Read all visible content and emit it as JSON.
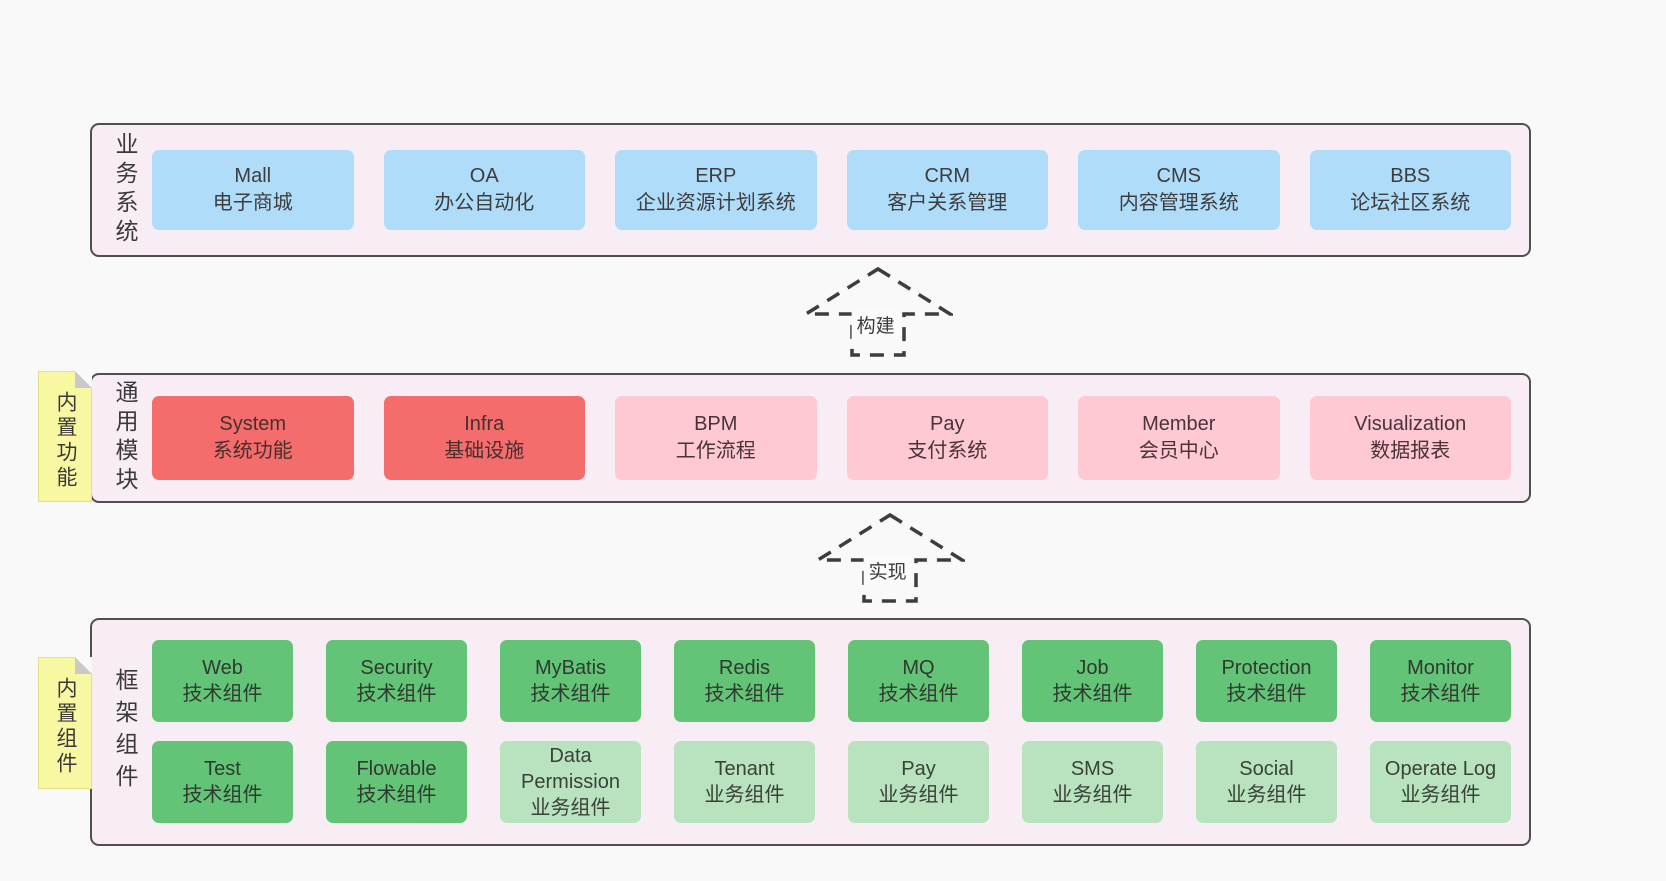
{
  "panels": {
    "business": {
      "label": "业务系统",
      "boxes": [
        {
          "en": "Mall",
          "cn": "电子商城"
        },
        {
          "en": "OA",
          "cn": "办公自动化"
        },
        {
          "en": "ERP",
          "cn": "企业资源计划系统"
        },
        {
          "en": "CRM",
          "cn": "客户关系管理"
        },
        {
          "en": "CMS",
          "cn": "内容管理系统"
        },
        {
          "en": "BBS",
          "cn": "论坛社区系统"
        }
      ]
    },
    "modules": {
      "label": "通用模块",
      "sticky": "内置功能",
      "boxes": [
        {
          "en": "System",
          "cn": "系统功能"
        },
        {
          "en": "Infra",
          "cn": "基础设施"
        },
        {
          "en": "BPM",
          "cn": "工作流程"
        },
        {
          "en": "Pay",
          "cn": "支付系统"
        },
        {
          "en": "Member",
          "cn": "会员中心"
        },
        {
          "en": "Visualization",
          "cn": "数据报表"
        }
      ]
    },
    "components": {
      "label": "框架组件",
      "sticky": "内置组件",
      "row1": [
        {
          "en": "Web",
          "cn": "技术组件"
        },
        {
          "en": "Security",
          "cn": "技术组件"
        },
        {
          "en": "MyBatis",
          "cn": "技术组件"
        },
        {
          "en": "Redis",
          "cn": "技术组件"
        },
        {
          "en": "MQ",
          "cn": "技术组件"
        },
        {
          "en": "Job",
          "cn": "技术组件"
        },
        {
          "en": "Protection",
          "cn": "技术组件"
        },
        {
          "en": "Monitor",
          "cn": "技术组件"
        }
      ],
      "row2": [
        {
          "en": "Test",
          "cn": "技术组件"
        },
        {
          "en": "Flowable",
          "cn": "技术组件"
        },
        {
          "en": "Data Permission",
          "cn": "业务组件"
        },
        {
          "en": "Tenant",
          "cn": "业务组件"
        },
        {
          "en": "Pay",
          "cn": "业务组件"
        },
        {
          "en": "SMS",
          "cn": "业务组件"
        },
        {
          "en": "Social",
          "cn": "业务组件"
        },
        {
          "en": "Operate Log",
          "cn": "业务组件"
        }
      ]
    }
  },
  "arrows": [
    {
      "label": "构建"
    },
    {
      "label": "实现"
    }
  ],
  "colors": {
    "page_bg": "#f9f9f9",
    "panel_bg": "#f8edf5",
    "panel_border": "#4f4f4f",
    "blue_box": "#afdcf9",
    "red_box": "#f56c6c",
    "pink_box": "#fec9d2",
    "green_dark_box": "#63c376",
    "green_light_box": "#b8e3be",
    "sticky_bg": "#f9f8a2",
    "fold_gray": "#c9c9c9",
    "text": "#3c3c3c"
  }
}
